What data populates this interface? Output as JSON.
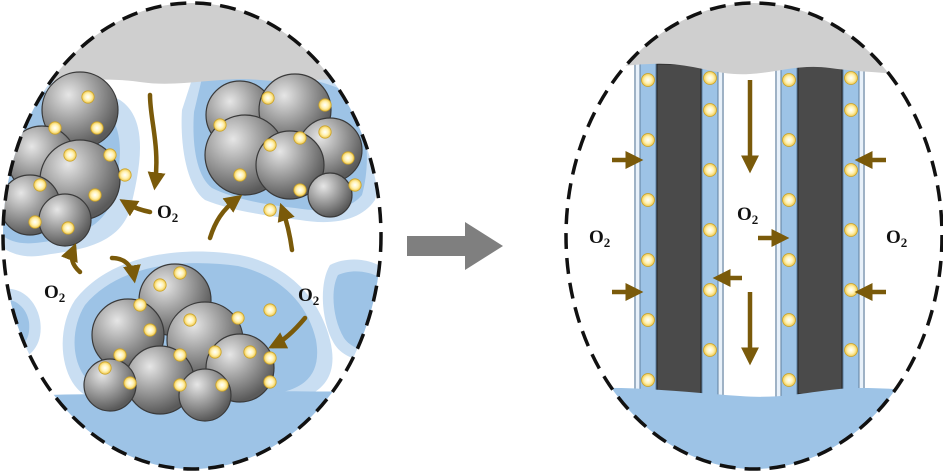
{
  "colors": {
    "background": "#ffffff",
    "outline": "#111111",
    "gray_substrate": "#cfcfcf",
    "blue_electrolyte": "#9dc3e6",
    "blue_dark": "#7fb0dc",
    "blue_light": "#c9def2",
    "frost": "#e8f1fa",
    "carbon_particle": "#8c8c8c",
    "carbon_rod": "#4a4a4a",
    "catalyst_dot": "#fff2b3",
    "catalyst_dot_center": "#ffd966",
    "oxygen_arrow": "#7a5a0a",
    "transition_arrow": "#7f7f7f"
  },
  "left_panel": {
    "labels": [
      {
        "text": "O",
        "sub": "2"
      },
      {
        "text": "O",
        "sub": "2"
      },
      {
        "text": "O",
        "sub": "2"
      }
    ]
  },
  "transition_arrow": {
    "icon": "right-arrow-icon"
  },
  "right_panel": {
    "labels": [
      {
        "text": "O",
        "sub": "2"
      },
      {
        "text": "O",
        "sub": "2"
      },
      {
        "text": "O",
        "sub": "2"
      }
    ]
  }
}
